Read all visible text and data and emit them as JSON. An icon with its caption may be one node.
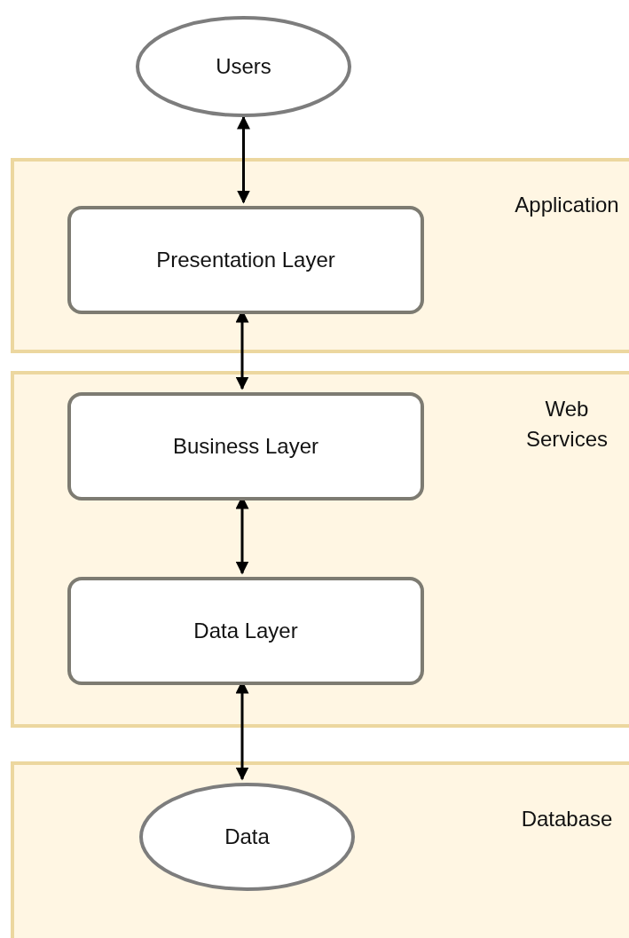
{
  "diagram": {
    "nodes": [
      {
        "text": [
          "Users"
        ]
      },
      {
        "text": [
          "Application"
        ]
      },
      {
        "text": [
          "Presentation Layer"
        ],
        "in": 1
      },
      {
        "text": [
          "Web Services"
        ]
      },
      {
        "text": [
          "Business Layer"
        ],
        "in": 3
      },
      {
        "text": [
          "Data Layer"
        ],
        "in": 3
      },
      {
        "text": [
          "Database"
        ]
      },
      {
        "text": [
          "Data"
        ],
        "in": 6
      }
    ],
    "edges": [
      {
        "from": 0,
        "to": 2,
        "arrow": "both"
      },
      {
        "from": 2,
        "to": 4,
        "arrow": "both"
      },
      {
        "from": 4,
        "to": 5,
        "arrow": "both"
      },
      {
        "from": 5,
        "to": 7,
        "arrow": "both"
      }
    ]
  }
}
